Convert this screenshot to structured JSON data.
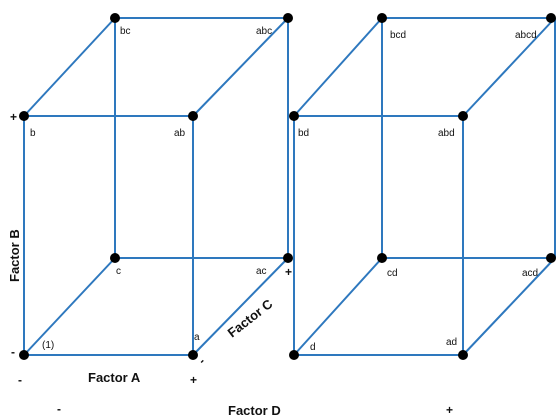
{
  "cubes": [
    {
      "id": "left",
      "vertex_labels": {
        "front_bottom_left": "(1)",
        "front_bottom_right": "a",
        "front_top_left": "b",
        "front_top_right": "ab",
        "back_bottom_left": "c",
        "back_bottom_right": "ac",
        "back_top_left": "bc",
        "back_top_right": "abc"
      }
    },
    {
      "id": "right",
      "vertex_labels": {
        "front_bottom_left": "d",
        "front_bottom_right": "ad",
        "front_top_left": "bd",
        "front_top_right": "abd",
        "back_bottom_left": "cd",
        "back_bottom_right": "acd",
        "back_top_left": "bcd",
        "back_top_right": "abcd"
      }
    }
  ],
  "axes": {
    "factor_a": {
      "label": "Factor A",
      "low": "-",
      "high": "+"
    },
    "factor_b": {
      "label": "Factor B",
      "low": "-",
      "high": "+"
    },
    "factor_c": {
      "label": "Factor C",
      "low": "-",
      "high": "+"
    },
    "factor_d": {
      "label": "Factor D",
      "low": "-",
      "high": "+"
    }
  },
  "colors": {
    "edge": "#2e78be",
    "vertex": "#000000"
  }
}
